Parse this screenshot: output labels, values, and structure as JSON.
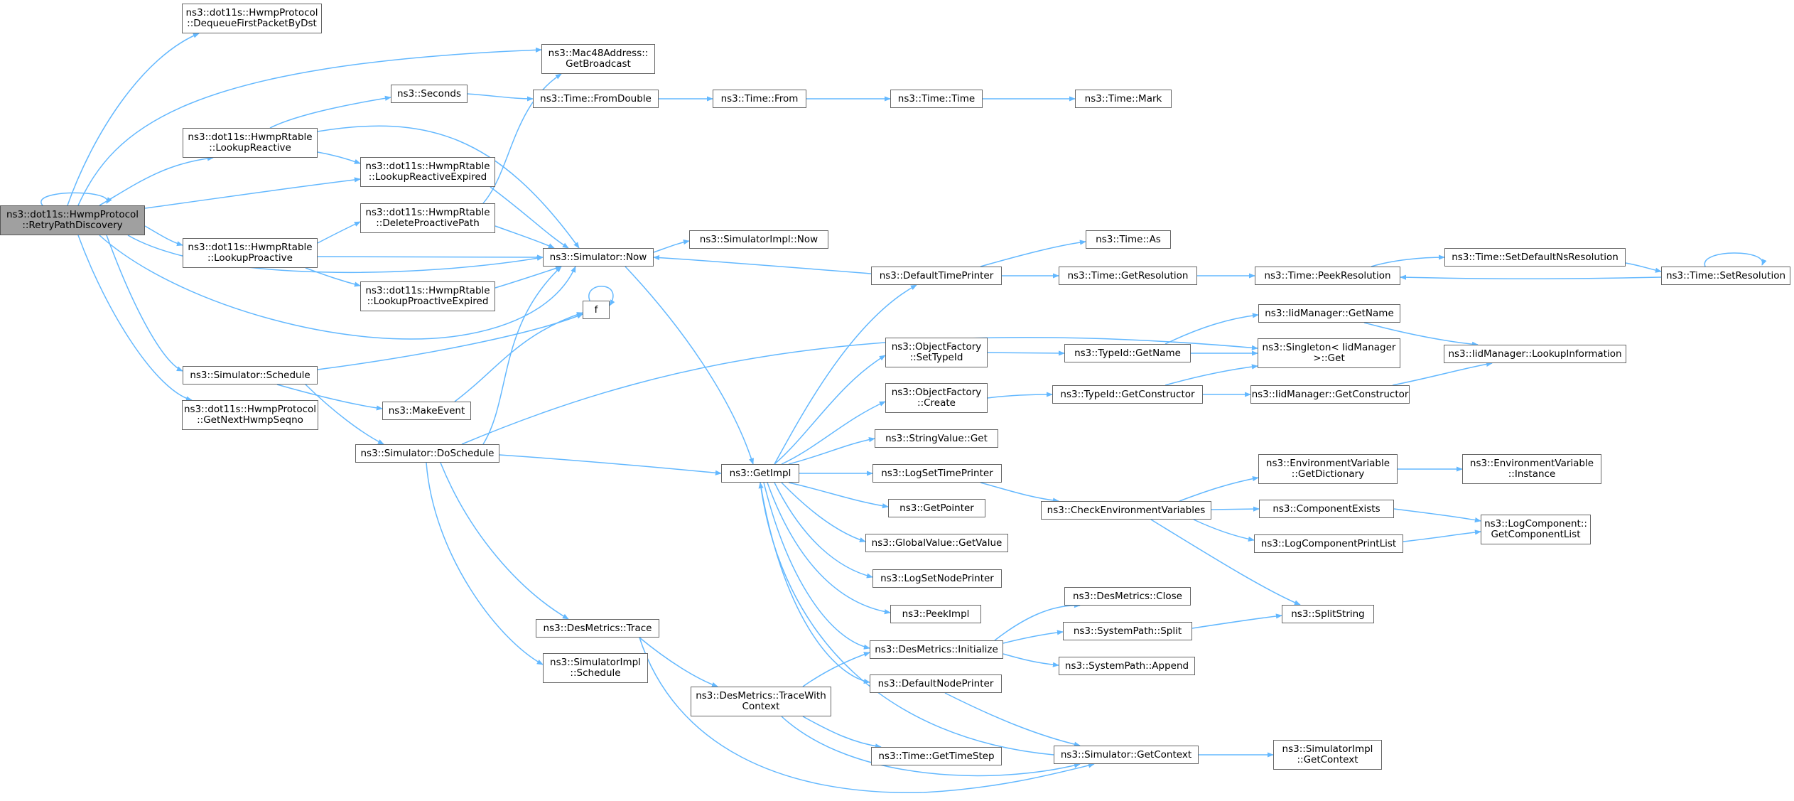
{
  "graph": {
    "edge_color": "#63b8ff",
    "root_fill": "#a0a0a0",
    "node_border": "#666666",
    "nodes": {
      "root": [
        "ns3::dot11s::HwmpProtocol",
        "::RetryPathDiscovery"
      ],
      "dequeue": [
        "ns3::dot11s::HwmpProtocol",
        "::DequeueFirstPacketByDst"
      ],
      "mac48": [
        "ns3::Mac48Address::",
        "GetBroadcast"
      ],
      "seconds": [
        "ns3::Seconds"
      ],
      "fromDouble": [
        "ns3::Time::FromDouble"
      ],
      "timeFrom": [
        "ns3::Time::From"
      ],
      "timeTime": [
        "ns3::Time::Time"
      ],
      "timeMark": [
        "ns3::Time::Mark"
      ],
      "lookupReactive": [
        "ns3::dot11s::HwmpRtable",
        "::LookupReactive"
      ],
      "lookupReactiveExpired": [
        "ns3::dot11s::HwmpRtable",
        "::LookupReactiveExpired"
      ],
      "deleteProactive": [
        "ns3::dot11s::HwmpRtable",
        "::DeleteProactivePath"
      ],
      "lookupProactive": [
        "ns3::dot11s::HwmpRtable",
        "::LookupProactive"
      ],
      "lookupProactiveExpired": [
        "ns3::dot11s::HwmpRtable",
        "::LookupProactiveExpired"
      ],
      "simNow": [
        "ns3::Simulator::Now"
      ],
      "simImplNow": [
        "ns3::SimulatorImpl::Now"
      ],
      "timeAs": [
        "ns3::Time::As"
      ],
      "defaultTimePrinter": [
        "ns3::DefaultTimePrinter"
      ],
      "getResolution": [
        "ns3::Time::GetResolution"
      ],
      "peekResolution": [
        "ns3::Time::PeekResolution"
      ],
      "setDefaultNsRes": [
        "ns3::Time::SetDefaultNsResolution"
      ],
      "setResolution": [
        "ns3::Time::SetResolution"
      ],
      "f": [
        "f"
      ],
      "iidGetName": [
        "ns3::IidManager::GetName"
      ],
      "singletonGet": [
        "ns3::Singleton< IidManager",
        ">::Get"
      ],
      "iidLookupInfo": [
        "ns3::IidManager::LookupInformation"
      ],
      "simSchedule": [
        "ns3::Simulator::Schedule"
      ],
      "getNextSeqno": [
        "ns3::dot11s::HwmpProtocol",
        "::GetNextHwmpSeqno"
      ],
      "makeEvent": [
        "ns3::MakeEvent"
      ],
      "objFactorySetTypeId": [
        "ns3::ObjectFactory",
        "::SetTypeId"
      ],
      "typeIdGetName": [
        "ns3::TypeId::GetName"
      ],
      "objFactoryCreate": [
        "ns3::ObjectFactory",
        "::Create"
      ],
      "typeIdGetConstructor": [
        "ns3::TypeId::GetConstructor"
      ],
      "iidGetConstructor": [
        "ns3::IidManager::GetConstructor"
      ],
      "stringValueGet": [
        "ns3::StringValue::Get"
      ],
      "doSchedule": [
        "ns3::Simulator::DoSchedule"
      ],
      "getImpl": [
        "ns3::GetImpl"
      ],
      "logSetTimePrinter": [
        "ns3::LogSetTimePrinter"
      ],
      "envGetDictionary": [
        "ns3::EnvironmentVariable",
        "::GetDictionary"
      ],
      "envInstance": [
        "ns3::EnvironmentVariable",
        "::Instance"
      ],
      "getPointer": [
        "ns3::GetPointer"
      ],
      "checkEnvVars": [
        "ns3::CheckEnvironmentVariables"
      ],
      "componentExists": [
        "ns3::ComponentExists"
      ],
      "logComponentGetList": [
        "ns3::LogComponent::",
        "GetComponentList"
      ],
      "globalValueGet": [
        "ns3::GlobalValue::GetValue"
      ],
      "logComponentPrintList": [
        "ns3::LogComponentPrintList"
      ],
      "logSetNodePrinter": [
        "ns3::LogSetNodePrinter"
      ],
      "peekImpl": [
        "ns3::PeekImpl"
      ],
      "splitString": [
        "ns3::SplitString"
      ],
      "desMetricsClose": [
        "ns3::DesMetrics::Close"
      ],
      "desMetricsTrace": [
        "ns3::DesMetrics::Trace"
      ],
      "systemPathSplit": [
        "ns3::SystemPath::Split"
      ],
      "desMetricsInit": [
        "ns3::DesMetrics::Initialize"
      ],
      "simImplSchedule": [
        "ns3::SimulatorImpl",
        "::Schedule"
      ],
      "systemPathAppend": [
        "ns3::SystemPath::Append"
      ],
      "traceWithContext": [
        "ns3::DesMetrics::TraceWith",
        "Context"
      ],
      "defaultNodePrinter": [
        "ns3::DefaultNodePrinter"
      ],
      "simGetContext": [
        "ns3::Simulator::GetContext"
      ],
      "simImplGetContext": [
        "ns3::SimulatorImpl",
        "::GetContext"
      ],
      "getTimeStep": [
        "ns3::Time::GetTimeStep"
      ]
    }
  }
}
